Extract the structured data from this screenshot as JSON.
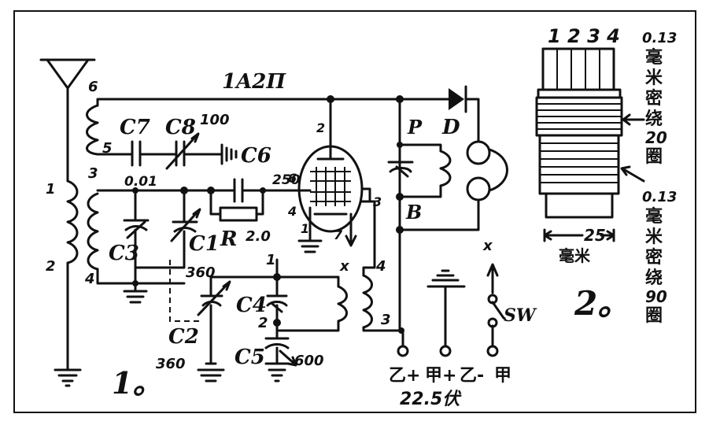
{
  "tube": "1A2П",
  "components": {
    "c1": "C1",
    "c2": "C2",
    "c3": "C3",
    "c4": "C4",
    "c5": "C5",
    "c6": "C6",
    "c7": "C7",
    "c8": "C8",
    "r": "R",
    "p": "P",
    "d": "D",
    "b": "B",
    "sw": "SW"
  },
  "values": {
    "c1": "360",
    "c2": "360",
    "c5": "600",
    "c6": "250",
    "c7": "0.01",
    "c8": "100",
    "r": "2.0"
  },
  "coil_pins": {
    "p1": "1",
    "p2": "2",
    "p3": "3",
    "p4": "4",
    "p5": "5",
    "p6": "6",
    "q1": "1",
    "q2": "2",
    "q3": "3",
    "q4": "4",
    "t2": "2",
    "t6": "6",
    "t4": "4",
    "t3": "3",
    "t7": "7",
    "t1": "1",
    "tx": "x",
    "sx": "x"
  },
  "terminals": {
    "b_plus": "乙+",
    "a_plus": "甲+",
    "b_minus": "乙-",
    "a": "甲",
    "voltage": "22.5伏"
  },
  "figure1": "1。",
  "figure2": {
    "label": "2。",
    "taps": "1 2 3 4",
    "top_winding": [
      "0.13",
      "毫",
      "米",
      "密",
      "绕",
      "20",
      "圈"
    ],
    "bottom_winding": [
      "0.13",
      "毫",
      "米",
      "密",
      "绕",
      "90",
      "圈"
    ],
    "dimension": "25",
    "unit": "毫米"
  }
}
